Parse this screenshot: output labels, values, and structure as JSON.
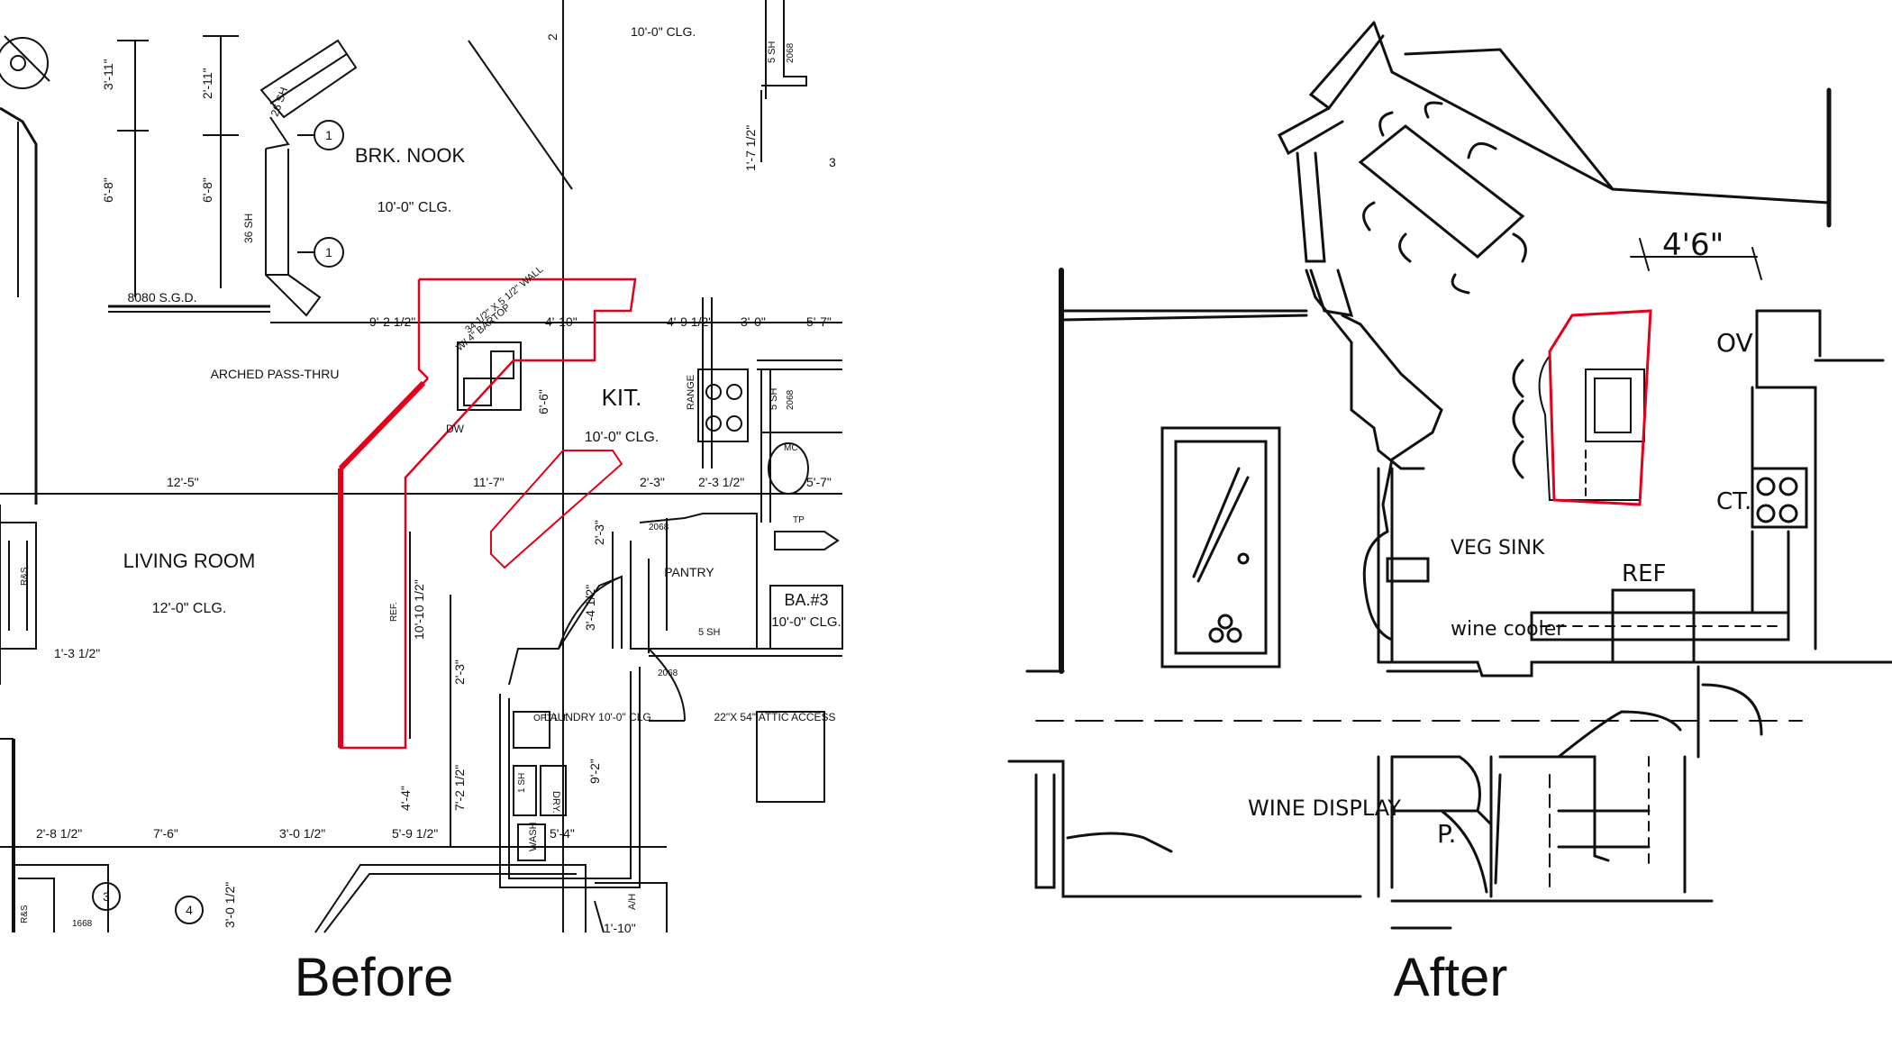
{
  "captions": {
    "before": "Before",
    "after": "After"
  },
  "colors": {
    "highlight": "#e3001b",
    "ink": "#111111"
  },
  "before": {
    "rooms": {
      "nook_name": "BRK. NOOK",
      "nook_clg": "10'-0\" CLG.",
      "kit_name": "KIT.",
      "kit_clg": "10'-0\" CLG.",
      "living_name": "LIVING ROOM",
      "living_clg": "12'-0\" CLG.",
      "pantry": "PANTRY",
      "laundry": "LAUNDRY 10'-0\" CLG.",
      "bath": "BA.#3",
      "bath_clg": "10'-0\" CLG.",
      "attic": "22\"X 54\" ATTIC ACCESS"
    },
    "labels": {
      "arched": "ARCHED PASS-THRU",
      "sgd": "8080 S.G.D.",
      "wall": "34 1/2\" X 5 1/2\" WALL",
      "bartop": "W/ 4\" BARTOP",
      "range": "RANGE",
      "dw": "DW",
      "ref": "REF.",
      "mc": "MC",
      "tp": "TP",
      "dryer": "DRY.",
      "wash": "WASH",
      "opt": "OPT L.T.",
      "ah": "A/H",
      "sh26": "26 SH",
      "sh36": "36 SH",
      "sh5": "5 SH",
      "sh5b": "5 SH",
      "sh5c": "5 SH",
      "sh1": "1 SH",
      "door2068": "2068",
      "door2068b": "2068",
      "door2068c": "2068",
      "door2068d": "2068",
      "door1668": "1668",
      "rs": "R&S",
      "rs2": "R&S",
      "clg_top": "10'-0\" CLG."
    },
    "dims": {
      "d1": "3'-11\"",
      "d2": "6'-8\"",
      "d3": "2'-11\"",
      "d4": "6'-8\"",
      "d5": "9'-2 1/2\"",
      "d6": "4'-10\"",
      "d7": "4'-9 1/2\"",
      "d8": "3'-0\"",
      "d9": "5'-7\"",
      "d10": "12'-5\"",
      "d11": "11'-7\"",
      "d12": "6'-6\"",
      "d13": "2'-3\"",
      "d14": "2'-3 1/2\"",
      "d15": "5'-7\"",
      "d16": "1'-7 1/2\"",
      "d17": "10'-10 1/2\"",
      "d18": "2'-3\"",
      "d19": "3'-4 1/2\"",
      "d20": "2'-3\"",
      "d21": "7'-2 1/2\"",
      "d22": "9'-2\"",
      "d23": "1'-3 1/2\"",
      "d24": "2'-8 1/2\"",
      "d25": "7'-6\"",
      "d26": "3'-0 1/2\"",
      "d27": "5'-9 1/2\"",
      "d28": "5'-4\"",
      "d29": "3'-0 1/2\"",
      "d30": "1'-10\"",
      "d31": "2",
      "d32": "3",
      "d33": "4'-4\""
    },
    "markers": {
      "m1": "1",
      "m2": "1",
      "m3": "3",
      "m4": "4"
    }
  },
  "after": {
    "labels": {
      "dim": "4'6\"",
      "ov": "OV",
      "ct": "CT.",
      "veg_sink": "VEG SINK",
      "wine_cooler": "wine cooler",
      "ref": "REF",
      "wine_display": "WINE DISPLAY",
      "pantry": "P."
    }
  }
}
